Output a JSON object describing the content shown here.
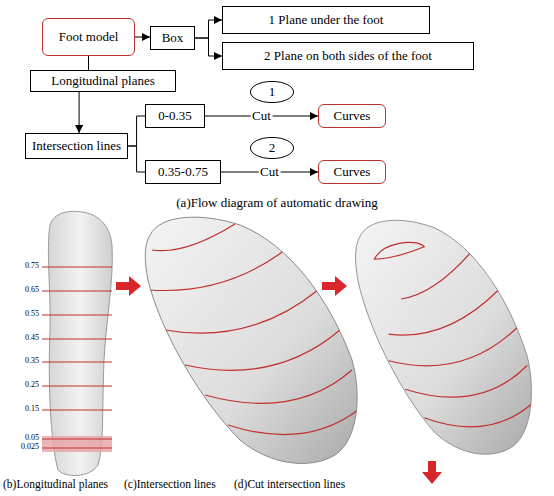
{
  "diagram": {
    "nodes": [
      {
        "text": [
          "Foot model"
        ]
      },
      {
        "text": [
          "Box"
        ]
      },
      {
        "text": [
          "1 Plane under the foot"
        ]
      },
      {
        "text": [
          "2 Plane on both sides of the foot"
        ]
      },
      {
        "text": [
          "Longitudinal planes"
        ]
      },
      {
        "text": [
          "Intersection lines"
        ]
      },
      {
        "text": [
          "0-0.35"
        ]
      },
      {
        "text": [
          "0.35-0.75"
        ]
      },
      {
        "text": [
          "1"
        ]
      },
      {
        "text": [
          "Curves"
        ]
      },
      {
        "text": [
          "2"
        ]
      },
      {
        "text": [
          "Curves"
        ]
      }
    ],
    "edges": [
      {
        "from": 0,
        "to": 1,
        "arrow": "to"
      },
      {
        "from": 1,
        "to": 2,
        "arrow": "to"
      },
      {
        "from": 1,
        "to": 3,
        "arrow": "to"
      },
      {
        "from": 0,
        "to": 4,
        "arrow": "none"
      },
      {
        "from": 4,
        "to": 5,
        "arrow": "to"
      },
      {
        "from": 5,
        "to": 6,
        "arrow": "none"
      },
      {
        "from": 5,
        "to": 7,
        "arrow": "none"
      },
      {
        "from": 6,
        "to": 9,
        "label": "Cut",
        "arrow": "to"
      },
      {
        "from": 7,
        "to": 11,
        "label": "Cut",
        "arrow": "to"
      }
    ],
    "labels": [
      "(a)Flow diagram of automatic drawing",
      "0.75",
      "0.65",
      "0.55",
      "0.45",
      "0.35",
      "0.25",
      "0.15",
      "0.05",
      "0.025",
      "(b)Longitudinal planes",
      "(c)Intersection lines",
      "(d)Cut intersection lines"
    ]
  }
}
